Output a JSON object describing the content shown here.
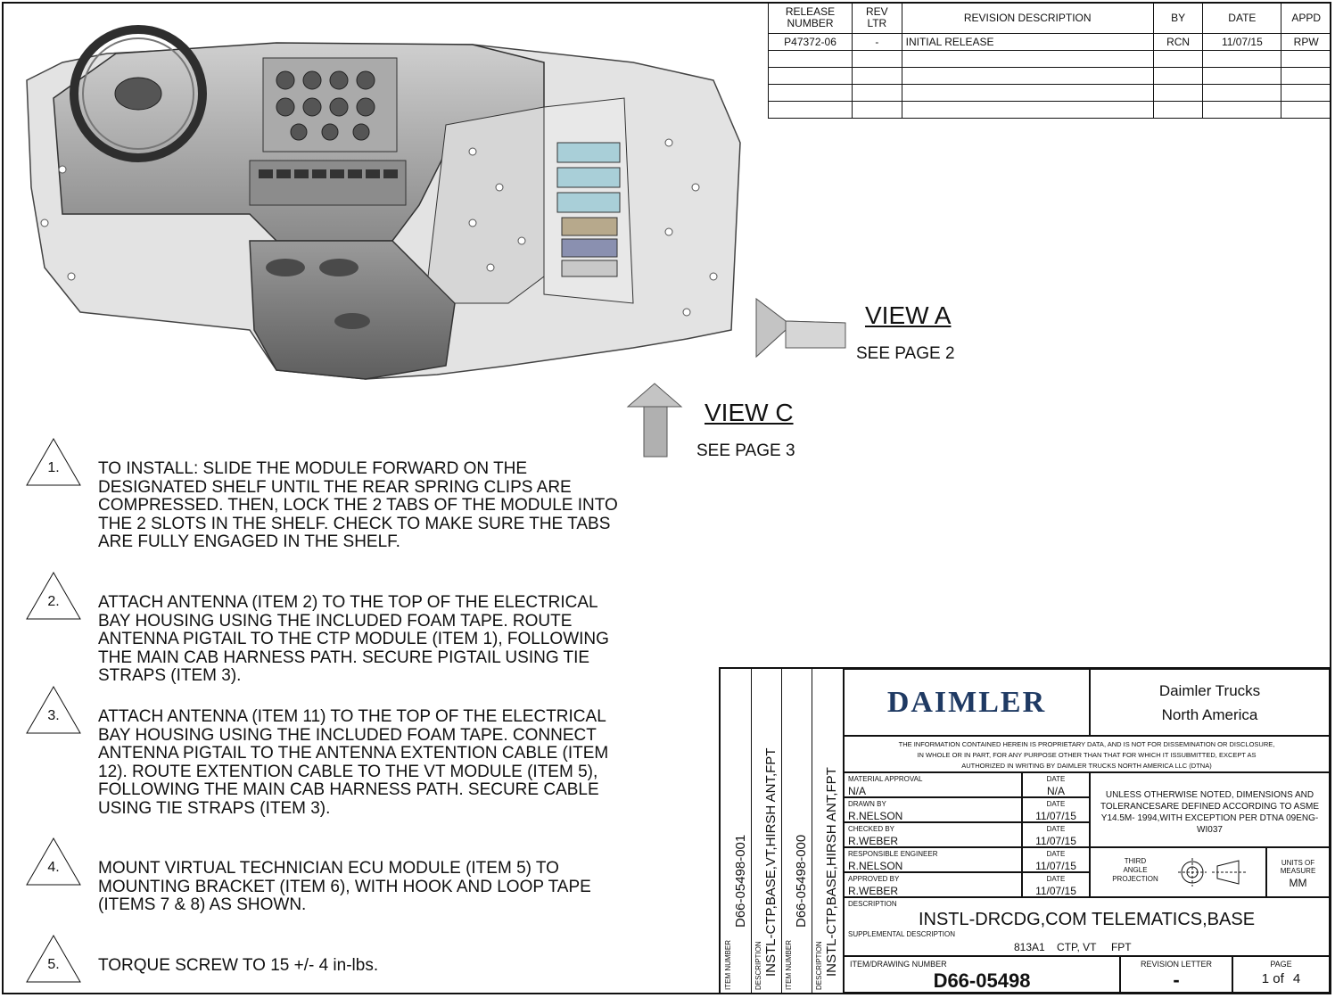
{
  "revision_table": {
    "headers": [
      "RELEASE NUMBER",
      "REV LTR",
      "REVISION DESCRIPTION",
      "BY",
      "DATE",
      "APPD"
    ],
    "rows": [
      [
        "P47372-06",
        "-",
        "INITIAL RELEASE",
        "RCN",
        "11/07/15",
        "RPW"
      ],
      [
        "",
        "",
        "",
        "",
        "",
        ""
      ],
      [
        "",
        "",
        "",
        "",
        "",
        ""
      ],
      [
        "",
        "",
        "",
        "",
        "",
        ""
      ],
      [
        "",
        "",
        "",
        "",
        "",
        ""
      ]
    ]
  },
  "views": {
    "a": {
      "title": "VIEW A",
      "ref": "SEE PAGE 2"
    },
    "c": {
      "title": "VIEW C",
      "ref": "SEE PAGE 3"
    }
  },
  "notes": [
    {
      "num": "1.",
      "text": "TO INSTALL:  SLIDE THE MODULE FORWARD ON THE DESIGNATED SHELF UNTIL THE REAR SPRING CLIPS ARE COMPRESSED.  THEN, LOCK THE 2 TABS OF THE MODULE INTO THE 2 SLOTS IN THE SHELF.  CHECK TO MAKE SURE THE TABS ARE FULLY ENGAGED IN THE SHELF."
    },
    {
      "num": "2.",
      "text": "ATTACH ANTENNA (ITEM 2) TO THE TOP OF THE ELECTRICAL BAY HOUSING USING THE INCLUDED FOAM TAPE.  ROUTE ANTENNA PIGTAIL TO THE CTP MODULE (ITEM 1), FOLLOWING THE MAIN CAB HARNESS PATH.  SECURE PIGTAIL USING TIE STRAPS (ITEM 3)."
    },
    {
      "num": "3.",
      "text": "ATTACH ANTENNA (ITEM 11) TO THE TOP OF THE ELECTRICAL BAY HOUSING USING THE INCLUDED FOAM TAPE.  CONNECT ANTENNA PIGTAIL TO THE ANTENNA EXTENTION CABLE (ITEM 12). ROUTE EXTENTION CABLE TO THE VT MODULE (ITEM 5), FOLLOWING THE MAIN CAB HARNESS PATH.  SECURE CABLE USING TIE STRAPS (ITEM 3)."
    },
    {
      "num": "4.",
      "text": "MOUNT VIRTUAL TECHNICIAN ECU MODULE (ITEM 5) TO MOUNTING BRACKET (ITEM 6), WITH HOOK AND LOOP TAPE (ITEMS 7 & 8) AS SHOWN."
    },
    {
      "num": "5.",
      "text": "TORQUE SCREW TO 15 +/- 4 in-lbs."
    }
  ],
  "title_block": {
    "item_columns": [
      {
        "item_label": "ITEM NUMBER",
        "item_number": "D66-05498-001",
        "desc_label": "DESCRIPTION",
        "description": "INSTL-CTP,BASE,VT,HIRSH ANT,FPT"
      },
      {
        "item_label": "ITEM NUMBER",
        "item_number": "D66-05498-000",
        "desc_label": "DESCRIPTION",
        "description": "INSTL-CTP,BASE,HIRSH ANT,FPT"
      }
    ],
    "logo": "DAIMLER",
    "company_line1": "Daimler Trucks",
    "company_line2": "North America",
    "proprietary": [
      "THE INFORMATION CONTAINED HEREIN IS PROPRIETARY DATA, AND IS NOT FOR DISSEMINATION OR DISCLOSURE,",
      "IN WHOLE OR  IN PART, FOR ANY PURPOSE OTHER THAN THAT FOR WHICH IT ISSUBMITTED, EXCEPT AS",
      "AUTHORIZED IN WRITING BY DAIMLER TRUCKS NORTH AMERICA LLC (DTNA)"
    ],
    "approvals": [
      {
        "label": "MATERIAL APPROVAL",
        "name": "N/A",
        "date_label": "DATE",
        "date": "N/A"
      },
      {
        "label": "DRAWN BY",
        "name": "R.NELSON",
        "date_label": "DATE",
        "date": "11/07/15"
      },
      {
        "label": "CHECKED BY",
        "name": "R.WEBER",
        "date_label": "DATE",
        "date": "11/07/15"
      },
      {
        "label": "RESPONSIBLE ENGINEER",
        "name": "R.NELSON",
        "date_label": "DATE",
        "date": "11/07/15"
      },
      {
        "label": "APPROVED BY",
        "name": "R.WEBER",
        "date_label": "DATE",
        "date": "11/07/15"
      }
    ],
    "tolerance_note": "UNLESS OTHERWISE NOTED, DIMENSIONS AND TOLERANCESARE DEFINED ACCORDING TO ASME Y14.5M- 1994,WITH EXCEPTION PER DTNA 09ENG-WI037",
    "projection": [
      "THIRD",
      "ANGLE",
      "PROJECTION"
    ],
    "units_label": "UNITS OF MEASURE",
    "units": "MM",
    "description_label": "DESCRIPTION",
    "description": "INSTL-DRCDG,COM TELEMATICS,BASE",
    "supplemental_label": "SUPPLEMENTAL DESCRIPTION",
    "supplemental": "813A1    CTP, VT     FPT",
    "drawing_number_label": "ITEM/DRAWING NUMBER",
    "drawing_number": "D66-05498",
    "revision_letter_label": "REVISION LETTER",
    "revision_letter": "-",
    "page_label": "PAGE",
    "page_current": "1",
    "page_of": "of",
    "page_total": "4"
  }
}
